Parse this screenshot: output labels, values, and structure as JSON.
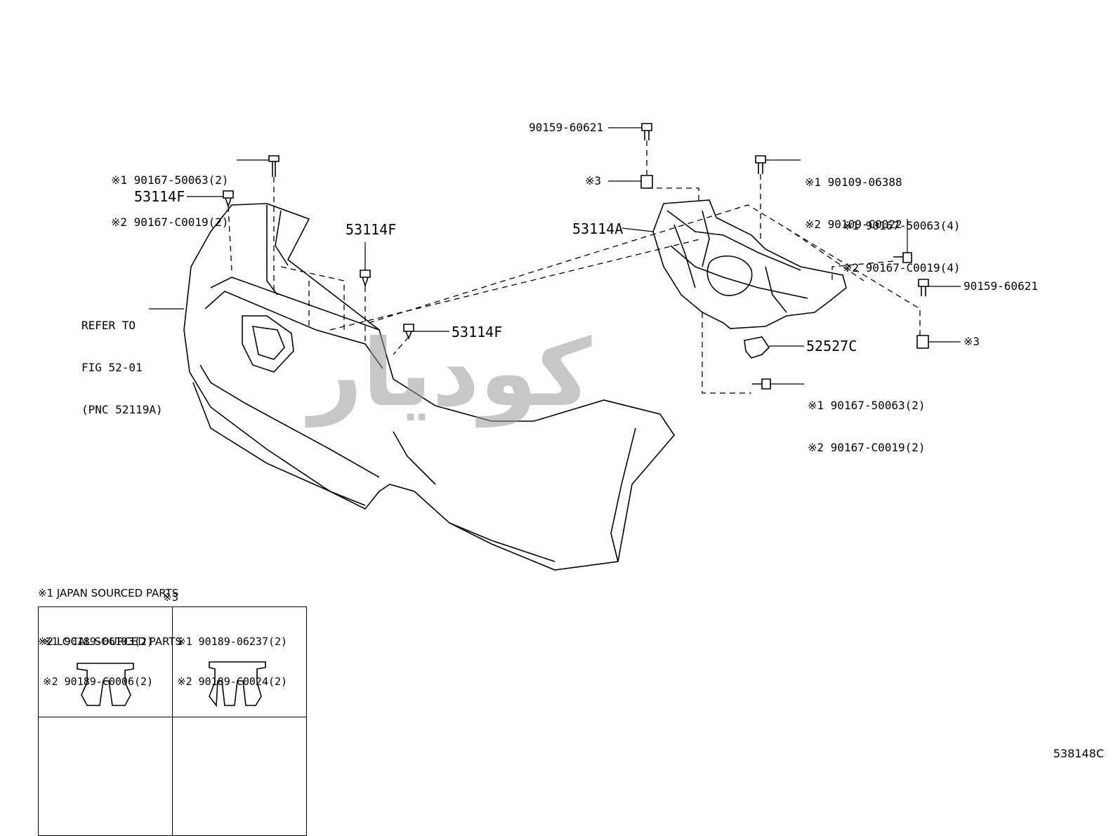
{
  "callouts": {
    "top_left_bolt": {
      "line1": "※1 90167-50063(2)",
      "line2": "※2 90167-C0019(2)"
    },
    "clip_53114F_a": "53114F",
    "clip_53114F_b": "53114F",
    "clip_53114F_c": "53114F",
    "refer": {
      "line1": "REFER TO",
      "line2": "FIG 52-01",
      "line3": "(PNC 52119A)"
    },
    "bolt_top_center": "90159-60621",
    "nut_top_center": "※3",
    "bracket_53114A": "53114A",
    "bolt_upper_right": {
      "line1": "※1 90109-06388",
      "line2": "※2 90109-C0022"
    },
    "bolt_right_4": {
      "line1": "※1 90167-50063(4)",
      "line2": "※2 90167-C0019(4)"
    },
    "bolt_right_side": "90159-60621",
    "nut_right_side": "※3",
    "part_52527C": "52527C",
    "bolt_lower_right": {
      "line1": "※1 90167-50063(2)",
      "line2": "※2 90167-C0019(2)"
    }
  },
  "notes": {
    "note1": "※1 JAPAN SOURCED PARTS",
    "note2": "※2 LOCAL SOURCED PARTS",
    "table_title": "※3"
  },
  "clip_table": {
    "left": {
      "line1": "※1 90189-06193(2)",
      "line2": "※2 90189-C0006(2)"
    },
    "right": {
      "line1": "※1 90189-06237(2)",
      "line2": "※2 90189-C0024(2)"
    }
  },
  "watermark": "كوديار",
  "figure_id": "538148C"
}
